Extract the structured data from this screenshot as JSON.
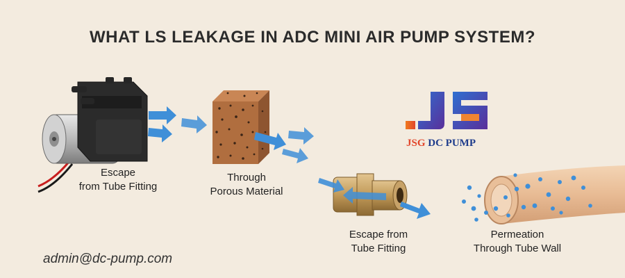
{
  "title": "WHAT LS LEAKAGE IN ADC MINI AIR PUMP SYSTEM?",
  "stages": [
    {
      "line1": "Escape",
      "line2": "from Tube Fitting"
    },
    {
      "line1": "Through",
      "line2": "Porous Material"
    },
    {
      "line1": "Escape from",
      "line2": "Tube Fitting"
    },
    {
      "line1": "Permeation",
      "line2": "Through Tube Wall"
    }
  ],
  "logo": {
    "brand_a": "JSG",
    "brand_b": "DC PUMP"
  },
  "contact": {
    "email": "admin@dc-pump.com"
  },
  "colors": {
    "background": "#f3ebdf",
    "arrow": "#3f8fd8",
    "logo_blue": "#1e3c8c",
    "logo_orange": "#e2462b"
  }
}
